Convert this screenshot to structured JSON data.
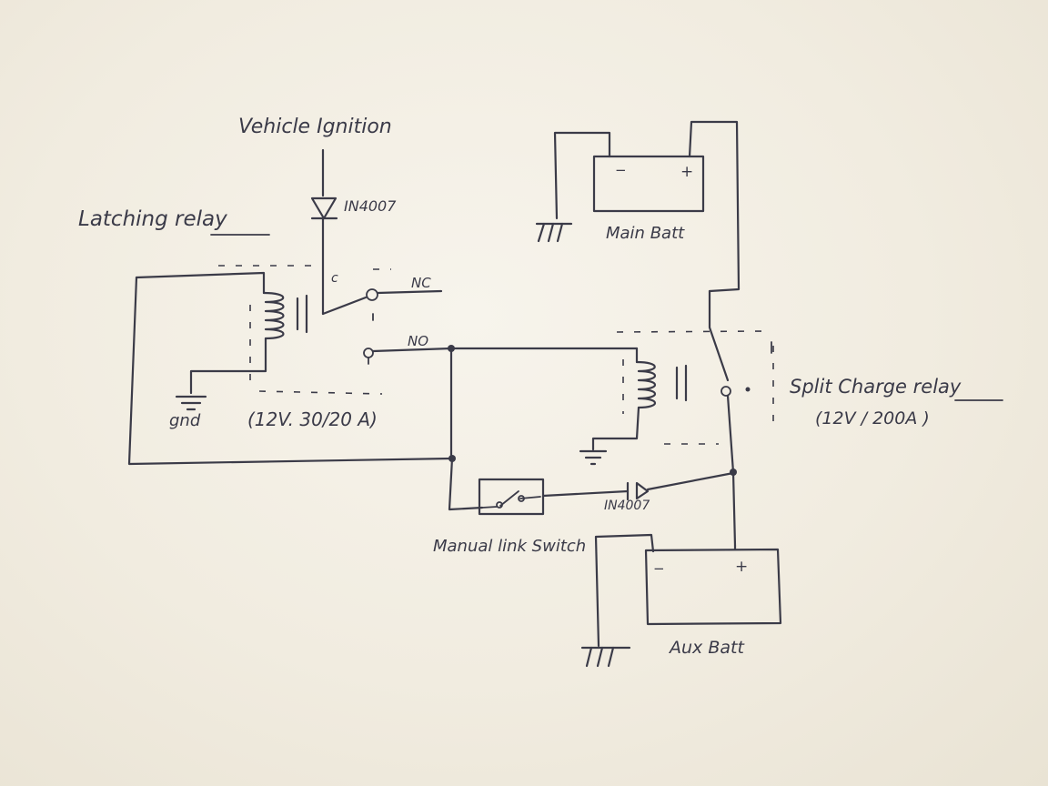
{
  "labels": {
    "vehicle_ignition": "Vehicle Ignition",
    "latching_relay": "Latching relay",
    "diode_top": "IN4007",
    "relay_c": "c",
    "relay_nc": "NC",
    "relay_no": "NO",
    "gnd": "gnd",
    "latching_rating": "(12V. 30/20 A)",
    "main_batt_minus": "−",
    "main_batt_plus": "+",
    "main_batt": "Main Batt",
    "split_charge_relay": "Split Charge relay",
    "split_charge_rating": "(12V / 200A )",
    "diode_bottom": "IN4007",
    "manual_link_switch": "Manual link Switch",
    "aux_batt_minus": "−",
    "aux_batt_plus": "+",
    "aux_batt": "Aux Batt"
  }
}
